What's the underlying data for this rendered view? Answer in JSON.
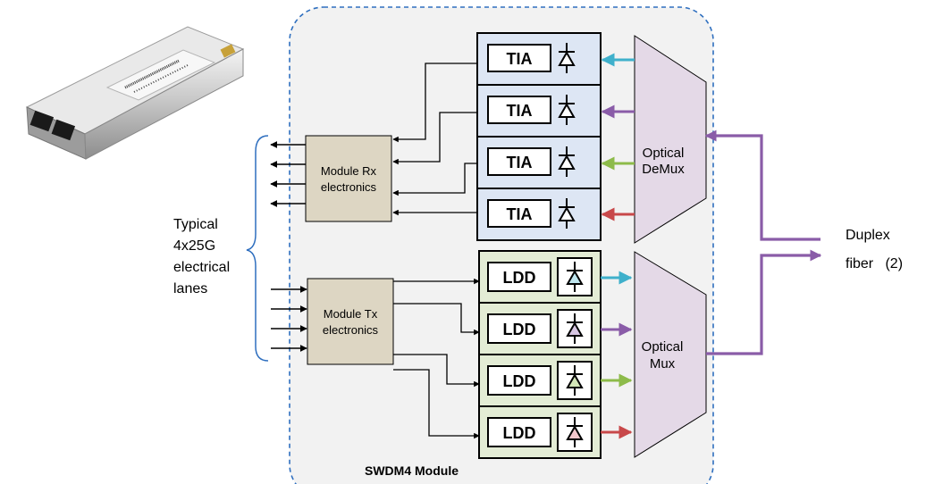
{
  "module_label": "SWDM4 Module",
  "rx_electronics": [
    "Module Rx",
    "electronics"
  ],
  "tx_electronics": [
    "Module Tx",
    "electronics"
  ],
  "tia_label": "TIA",
  "ldd_label": "LDD",
  "demux_label": [
    "Optical",
    "DeMux"
  ],
  "mux_label": [
    "Optical",
    "Mux"
  ],
  "lanes_label": [
    "Typical",
    "4x25G",
    "electrical",
    "lanes"
  ],
  "fiber_label": [
    "Duplex",
    "fiber   (2)"
  ],
  "colors": {
    "border_dash": "#2f6fbf",
    "module_bg": "#f2f2f2",
    "rx_row_bg": "#dde6f4",
    "tx_row_bg": "#e3ecd5",
    "electronics_box": "#ddd6c3",
    "mux_fill": "#e4d9e7",
    "fiber": "#8a5ca8",
    "wavelengths": [
      "#3fb0cb",
      "#8a5ca8",
      "#8dbb4a",
      "#c8484a"
    ]
  },
  "icons": {
    "transceiver_photo": "qsfp28-transceiver-image",
    "photodiode": "photodiode-symbol",
    "laser_diode": "laser-diode-symbol"
  }
}
